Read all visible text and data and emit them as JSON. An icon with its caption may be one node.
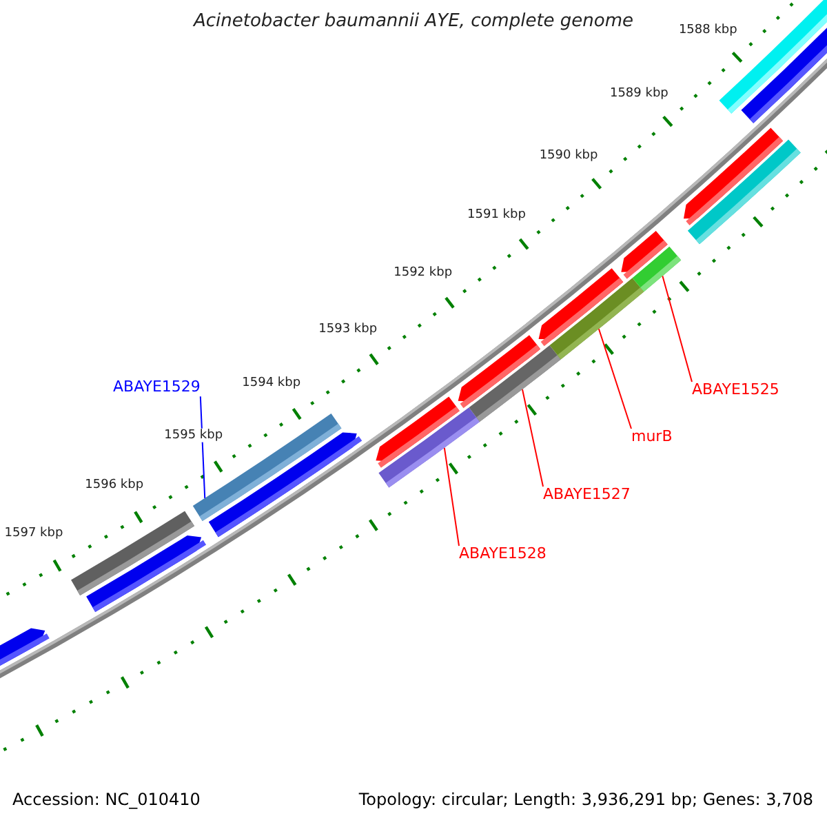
{
  "diagram": {
    "title": "Acinetobacter baumannii AYE, complete genome",
    "nodes": [
      {
        "text": [
          "ABAYE1529"
        ]
      },
      {
        "text": [],
        "shape": "bar"
      },
      {
        "text": [
          "ABAYE1528"
        ]
      },
      {
        "text": [],
        "shape": "bar"
      },
      {
        "text": [
          "ABAYE1527"
        ]
      },
      {
        "text": [],
        "shape": "bar"
      },
      {
        "text": [
          "murB"
        ]
      },
      {
        "text": [],
        "shape": "bar"
      },
      {
        "text": [
          "ABAYE1525"
        ]
      },
      {
        "text": [],
        "shape": "bar"
      }
    ],
    "edges": [
      {
        "from": 0,
        "to": 1,
        "arrow": "none",
        "color": "#0000ff"
      },
      {
        "from": 2,
        "to": 3,
        "arrow": "none"
      },
      {
        "from": 4,
        "to": 5,
        "arrow": "none"
      },
      {
        "from": 6,
        "to": 7,
        "arrow": "none"
      },
      {
        "from": 8,
        "to": 9,
        "arrow": "none"
      }
    ],
    "labels": [
      "1588 kbp",
      "1589 kbp",
      "1590 kbp",
      "1591 kbp",
      "1592 kbp",
      "1593 kbp",
      "1594 kbp",
      "1595 kbp",
      "1596 kbp",
      "1597 kbp",
      "Accession: NC_010410",
      "Topology: circular; Length: 3,936,291 bp; Genes: 3,708"
    ]
  }
}
